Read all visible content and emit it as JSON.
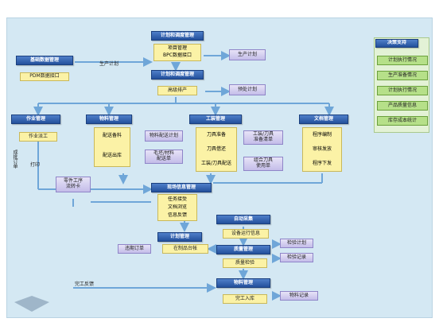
{
  "title_top": "计划和调度管理",
  "plan_top_items": [
    "项目管理",
    "BPC数据接口"
  ],
  "plan_top_item_1": "项目管理",
  "plan_top_item_2": "BPC数据接口",
  "base_mgmt": "基础数据管理",
  "pdm_interface": "PDM数据接口",
  "prod_plan_label": "生产计划",
  "prod_plan_box": "生产计划",
  "plan_mid": "计划和调度管理",
  "sched_box": "高级排产",
  "pre_plan": "预处计划",
  "decision": "决策支持",
  "decision_items": [
    "计划执行情况",
    "生产准备情况",
    "计划执行情况",
    "产品质量信息",
    "库存成本统计"
  ],
  "col_job": "作业管理",
  "job_item": "作业派工",
  "col_material": "物料管理",
  "mat_item1": "配送备料",
  "mat_item2": "配送出库",
  "mat_purple1": "物料配送计划",
  "mat_purple2": "毛坯/材料\n配送单",
  "col_tool": "工装管理",
  "tool_items": [
    "刀具准备",
    "刀具借还",
    "工装/刀具配送"
  ],
  "tool_purple1": "工装/刀具\n准备清单",
  "tool_purple2": "组合刀具\n使用单",
  "col_doc": "文档管理",
  "doc_items": [
    "程序编制",
    "审核发放",
    "程序下发"
  ],
  "print_label": "打印",
  "v_label": "成批订单",
  "workcard": "零件工序\n流转卡",
  "site": "现场信息管理",
  "site_items": [
    "任务接受",
    "文档浏览",
    "信息反馈"
  ],
  "auto_collect": "自动采集",
  "device_status": "设备运行信息",
  "inspect_plan": "检验计划",
  "plan_mgmt": "计划管理",
  "shortage": "违期订单",
  "wip": "在制品台帐",
  "quality": "质量管理",
  "quality_item": "质量检验",
  "inspect_record": "检验记录",
  "finish_label": "完工反馈",
  "mat_mgmt2": "物料管理",
  "finish_in": "完工入库",
  "stock_record": "物料记录"
}
